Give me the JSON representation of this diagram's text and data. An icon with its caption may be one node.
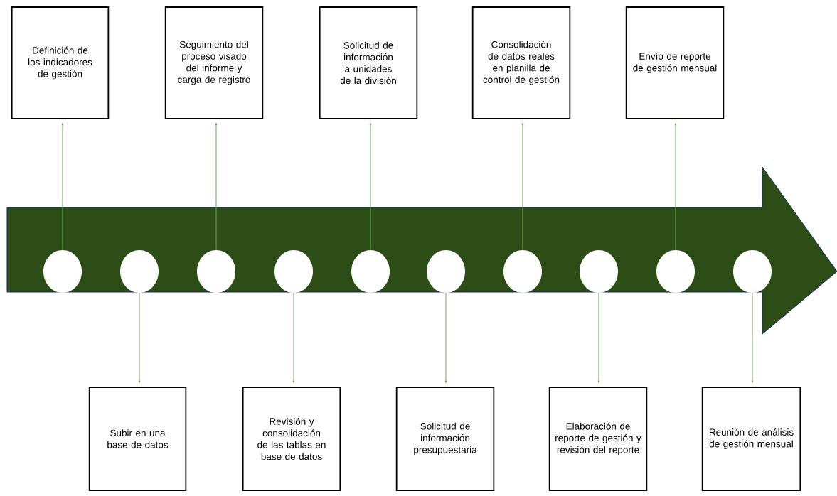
{
  "diagram": {
    "nodes": [
      {
        "text": [],
        "shape": "arrow"
      },
      {
        "text": [],
        "shape": "circle",
        "in": 0
      },
      {
        "text": [],
        "shape": "circle",
        "in": 0
      },
      {
        "text": [],
        "shape": "circle",
        "in": 0
      },
      {
        "text": [],
        "shape": "circle",
        "in": 0
      },
      {
        "text": [],
        "shape": "circle",
        "in": 0
      },
      {
        "text": [],
        "shape": "circle",
        "in": 0
      },
      {
        "text": [],
        "shape": "circle",
        "in": 0
      },
      {
        "text": [],
        "shape": "circle",
        "in": 0
      },
      {
        "text": [],
        "shape": "circle",
        "in": 0
      },
      {
        "text": [],
        "shape": "circle",
        "in": 0
      },
      {
        "text": [
          "Definición de los indicadores de gestión"
        ]
      },
      {
        "text": [
          "Seguimiento del proceso visado del informe y carga de registro"
        ]
      },
      {
        "text": [
          "Solicitud de información a unidades de la división"
        ]
      },
      {
        "text": [
          "Consolidación de datos reales en planilla de control de gestión"
        ]
      },
      {
        "text": [
          "Envío de reporte de gestión mensual"
        ]
      },
      {
        "text": [
          "Subir en una base de datos"
        ]
      },
      {
        "text": [
          "Revisión y consolidación de las tablas en base de datos"
        ]
      },
      {
        "text": [
          "Solicitud de información presupuestaria"
        ]
      },
      {
        "text": [
          "Elaboración de reporte de gestión y revisión del reporte"
        ]
      },
      {
        "text": [
          "Reunión de análisis de gestión mensual"
        ]
      }
    ],
    "edges": [
      {
        "from": 1,
        "to": 11,
        "arrow": "to"
      },
      {
        "from": 2,
        "to": 16,
        "arrow": "to"
      },
      {
        "from": 3,
        "to": 12,
        "arrow": "to"
      },
      {
        "from": 4,
        "to": 17,
        "arrow": "to"
      },
      {
        "from": 5,
        "to": 13,
        "arrow": "to"
      },
      {
        "from": 6,
        "to": 18,
        "arrow": "to"
      },
      {
        "from": 7,
        "to": 14,
        "arrow": "to"
      },
      {
        "from": 8,
        "to": 19,
        "arrow": "to"
      },
      {
        "from": 9,
        "to": 15,
        "arrow": "to"
      },
      {
        "from": 10,
        "to": 20,
        "arrow": "to"
      }
    ]
  }
}
